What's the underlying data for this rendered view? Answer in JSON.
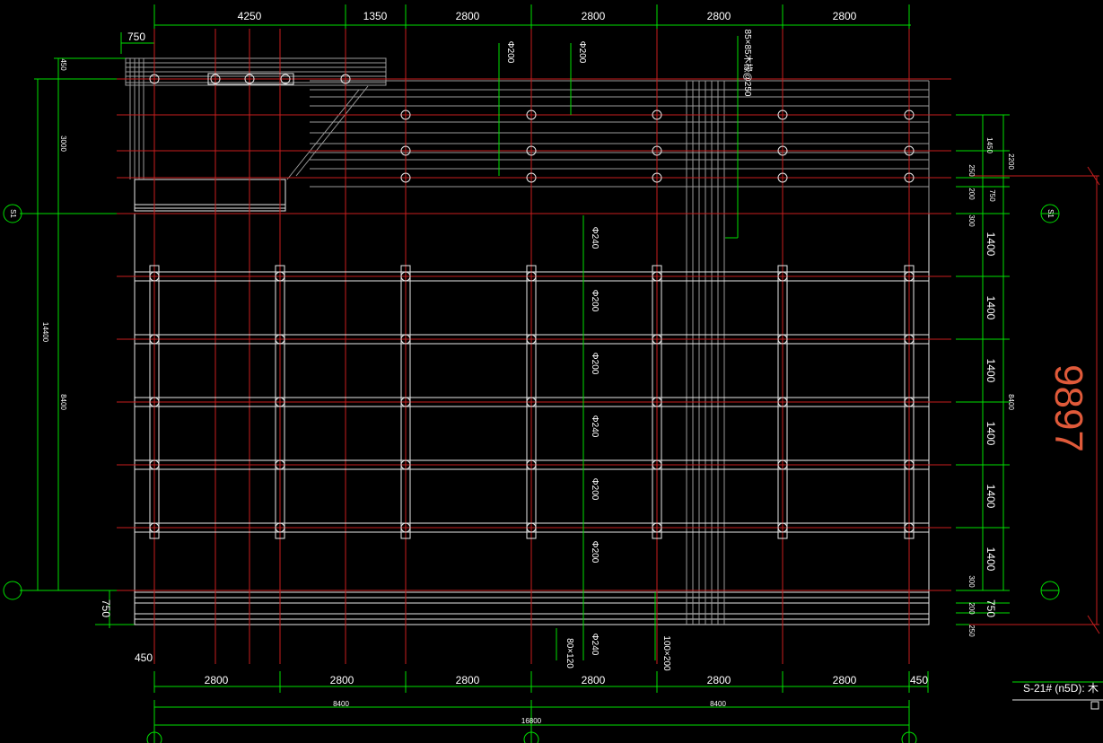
{
  "drawing": {
    "title": "S-21# (n5D): 木",
    "big_number": "9897",
    "axis_marker_left": "S1",
    "axis_marker_right": "S1",
    "top_dims": [
      "4250",
      "1350",
      "2800",
      "2800",
      "2800",
      "2800"
    ],
    "top_left_dim": "750",
    "bottom_dims": [
      "2800",
      "2800",
      "2800",
      "2800",
      "2800",
      "2800"
    ],
    "bottom_left_dim": "450",
    "bottom_right_dim": "450",
    "bottom_sub": [
      "8400",
      "8400"
    ],
    "bottom_total": "16800",
    "left_dims": [
      "450",
      "3000",
      "14400",
      "8400",
      "750"
    ],
    "right_dims": [
      "1450",
      "2200",
      "250",
      "200",
      "750",
      "300",
      "1400",
      "1400",
      "1400",
      "1400",
      "1400",
      "1400",
      "8400",
      "300",
      "200",
      "750",
      "250"
    ],
    "vertical_notes": {
      "top": [
        "Φ200",
        "Φ200"
      ],
      "rafter": "85×85木椽@250",
      "grid": [
        "Φ240",
        "Φ200",
        "Φ200",
        "Φ240",
        "Φ200",
        "Φ200"
      ],
      "bottom_1": "Φ240",
      "bottom_2": "80×120",
      "bottom_3": "100×200"
    }
  }
}
